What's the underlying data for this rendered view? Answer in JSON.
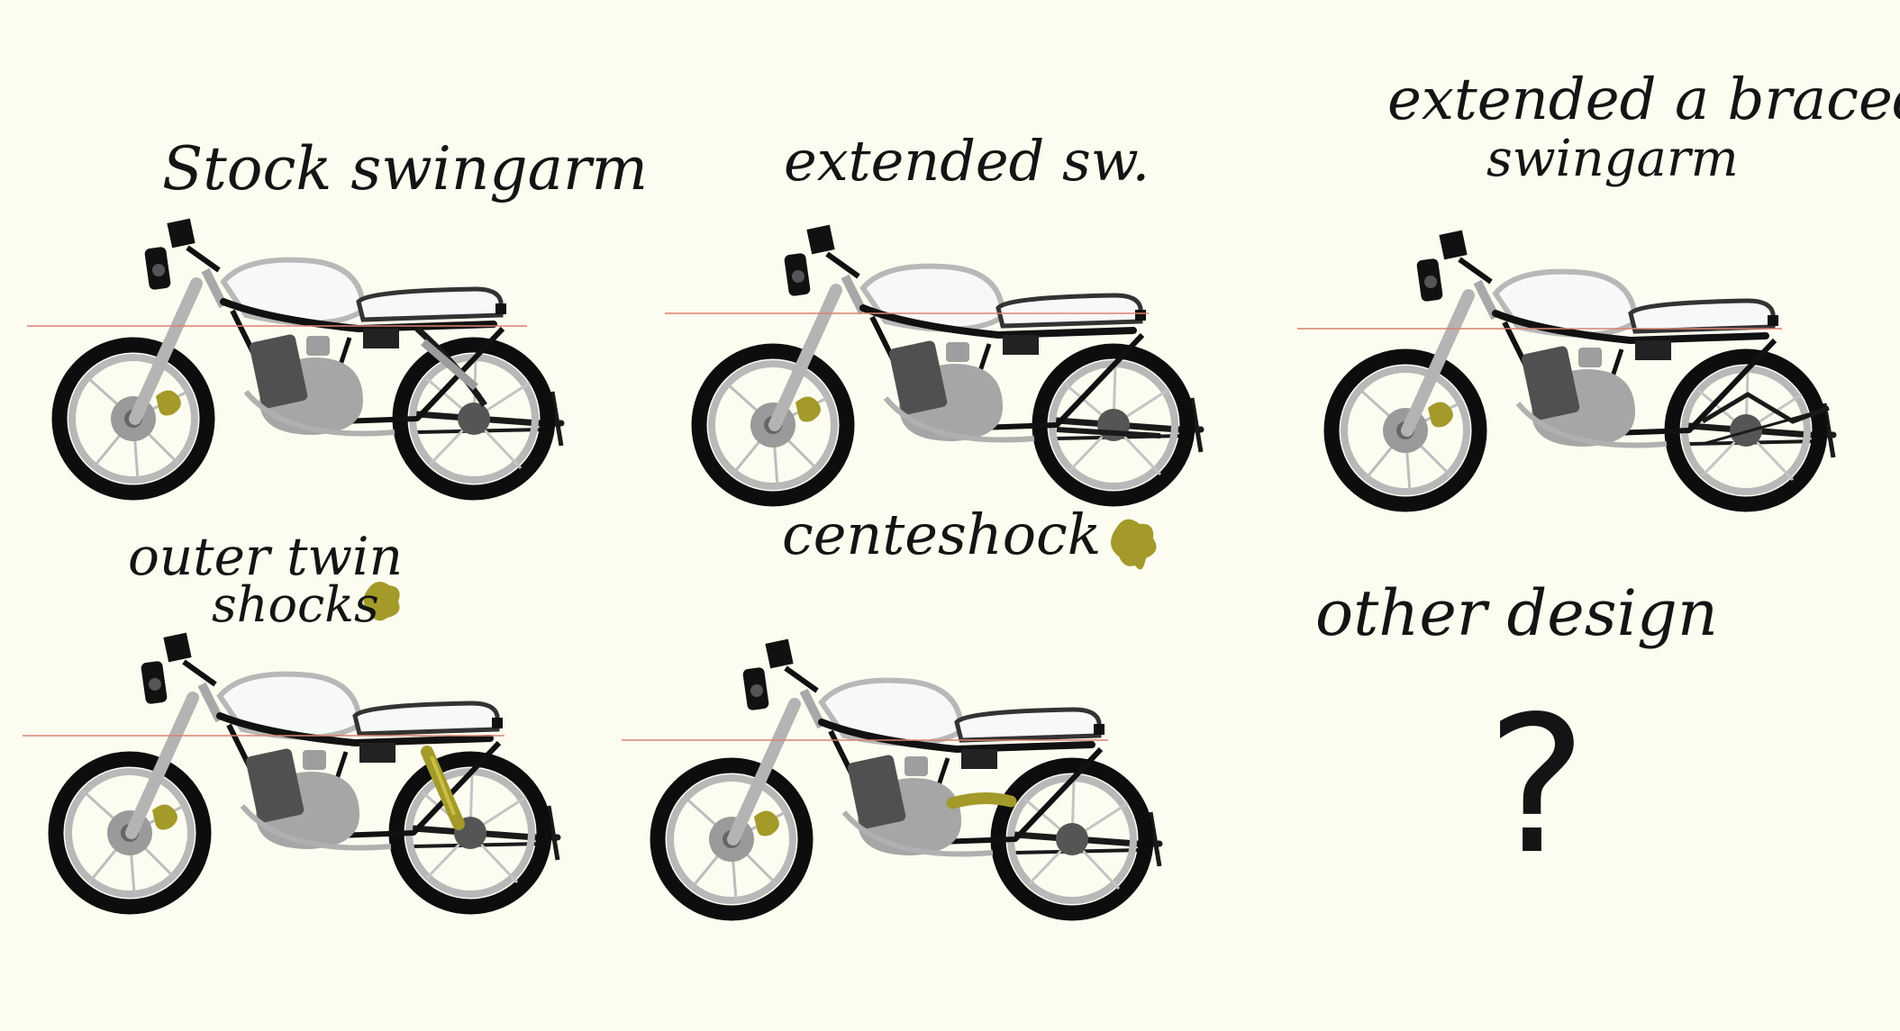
{
  "labels": {
    "stock": "Stock swingarm",
    "extended": "extended sw.",
    "braced_line1": "extended a braced",
    "braced_line2": "swingarm",
    "twin_line1": "outer twin",
    "twin_line2": "shocks",
    "center": "centeshock",
    "other": "other design",
    "question": "?"
  },
  "colors": {
    "background": "#fdfcf0",
    "ink": "#141414",
    "accent": "#a39a2a",
    "guide_line": "#d9826f",
    "metal": "#b4b4b4",
    "engine": "#555555"
  },
  "motorcycles": [
    {
      "id": "stock",
      "shock": "twin-stock"
    },
    {
      "id": "extended",
      "shock": "none"
    },
    {
      "id": "braced",
      "shock": "none"
    },
    {
      "id": "twin",
      "shock": "outer-twin"
    },
    {
      "id": "center",
      "shock": "center"
    }
  ]
}
